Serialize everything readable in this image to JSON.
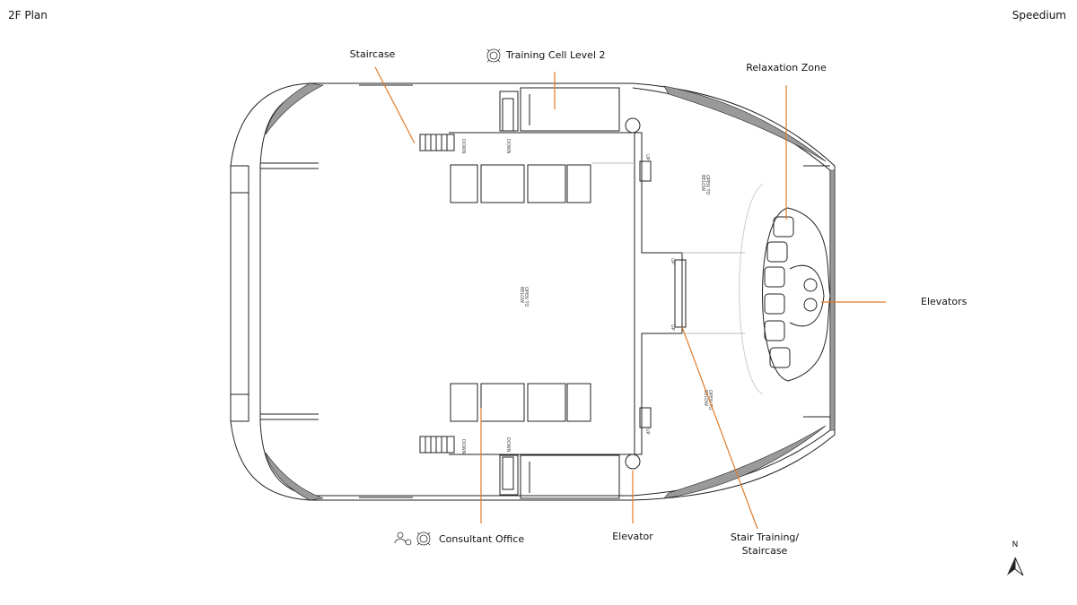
{
  "header": {
    "plan_title": "2F Plan",
    "project_name": "Speedium"
  },
  "labels": {
    "staircase": "Staircase",
    "training_cell": "Training Cell Level 2",
    "relaxation_zone": "Relaxation Zone",
    "elevators": "Elevators",
    "consultant_office": "Consultant Office",
    "elevator": "Elevator",
    "stair_training_line1": "Stair Training/",
    "stair_training_line2": "Staircase"
  },
  "plan_notes": {
    "open_to_below_l1": "OPEN TO",
    "open_to_below_l2": "BELOW",
    "down": "DOWN",
    "up": "UP"
  },
  "compass": {
    "north_label": "N"
  },
  "icons": [
    "ai-chip-icon",
    "person-icon",
    "north-arrow-icon"
  ],
  "colors": {
    "leader_lines": "#e07b2a",
    "walls": "#222222",
    "shaded_walls": "#9a9a9a"
  }
}
